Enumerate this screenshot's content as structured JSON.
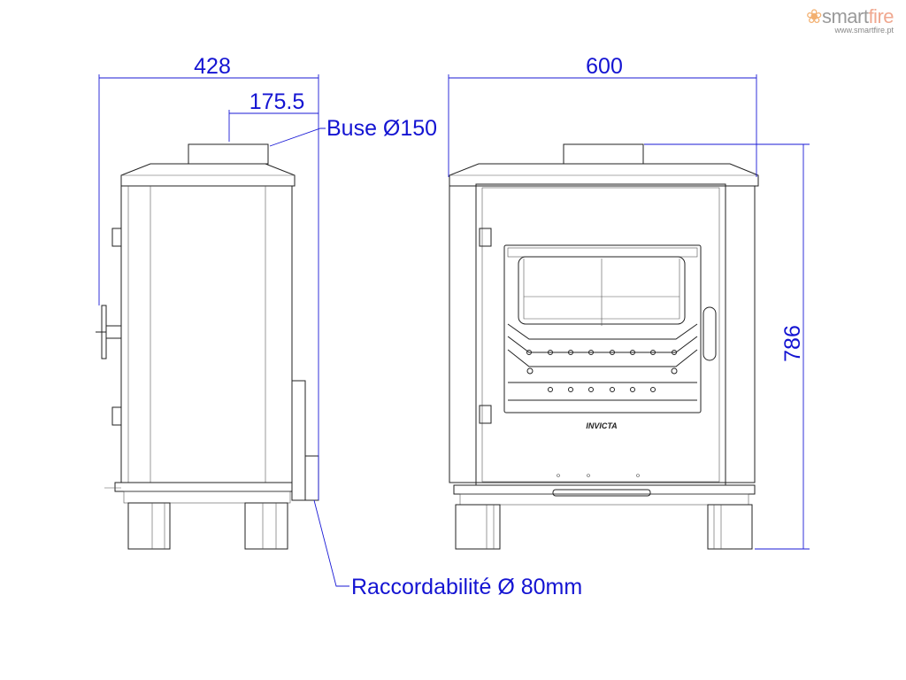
{
  "logo": {
    "name_a": "smart",
    "name_b": "fire",
    "url": "www.smartfire.pt"
  },
  "brand_mark": "INVICTA",
  "dimensions": {
    "side_depth": "428",
    "flue_offset": "175.5",
    "flue_label": "Buse Ø150",
    "front_width": "600",
    "height": "786",
    "air_label": "Raccordabilité Ø 80mm"
  },
  "colors": {
    "dimension": "#1414d2",
    "line": "#222222"
  }
}
